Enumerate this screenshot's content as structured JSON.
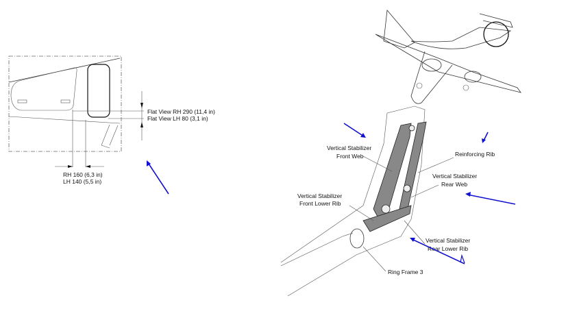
{
  "left_view": {
    "flat_view_rh": "Flat View RH 290 (11,4 in)",
    "flat_view_lh": "Flat View LH 80 (3,1 in)",
    "dim_rh": "RH 160 (6,3 in)",
    "dim_lh": "LH 140 (5,5 in)"
  },
  "right_view": {
    "front_web": [
      "Vertical Stabilizer",
      "Front Web"
    ],
    "reinforcing_rib": "Reinforcing Rib",
    "rear_web": [
      "Vertical Stabilizer",
      "Rear  Web"
    ],
    "front_lower_rib": [
      "Vertical Stabilizer",
      "Front Lower Rib"
    ],
    "rear_lower_rib": [
      "Vertical Stabilizer",
      "Rear Lower Rib"
    ],
    "ring_frame": "Ring Frame 3"
  },
  "colors": {
    "arrow": "#1010d0",
    "line": "#333333"
  }
}
